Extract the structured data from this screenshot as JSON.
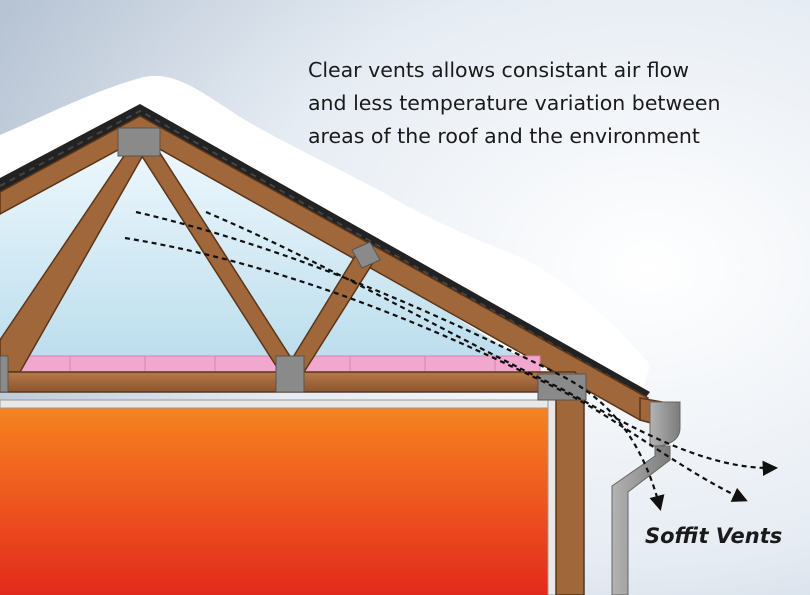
{
  "caption": {
    "lines": [
      "Clear vents allows consistant air flow",
      "and less temperature variation between",
      "areas of the roof and the environment"
    ]
  },
  "labels": {
    "soffit_vents": "Soffit Vents"
  },
  "colors": {
    "wood": "#a0673a",
    "wood_dark": "#5a3519",
    "snow": "#ffffff",
    "shingle": "#222222",
    "insulation": "#f2a7cf",
    "vent_plate": "#8a8a8a",
    "interior_hot": "#e22a1c",
    "interior_warm": "#f5841f",
    "attic_air": "#c8e6f1",
    "gutter": "#9a9a9a",
    "airflow": "#111111"
  },
  "icons": [
    "airflow-arrow-icon"
  ]
}
